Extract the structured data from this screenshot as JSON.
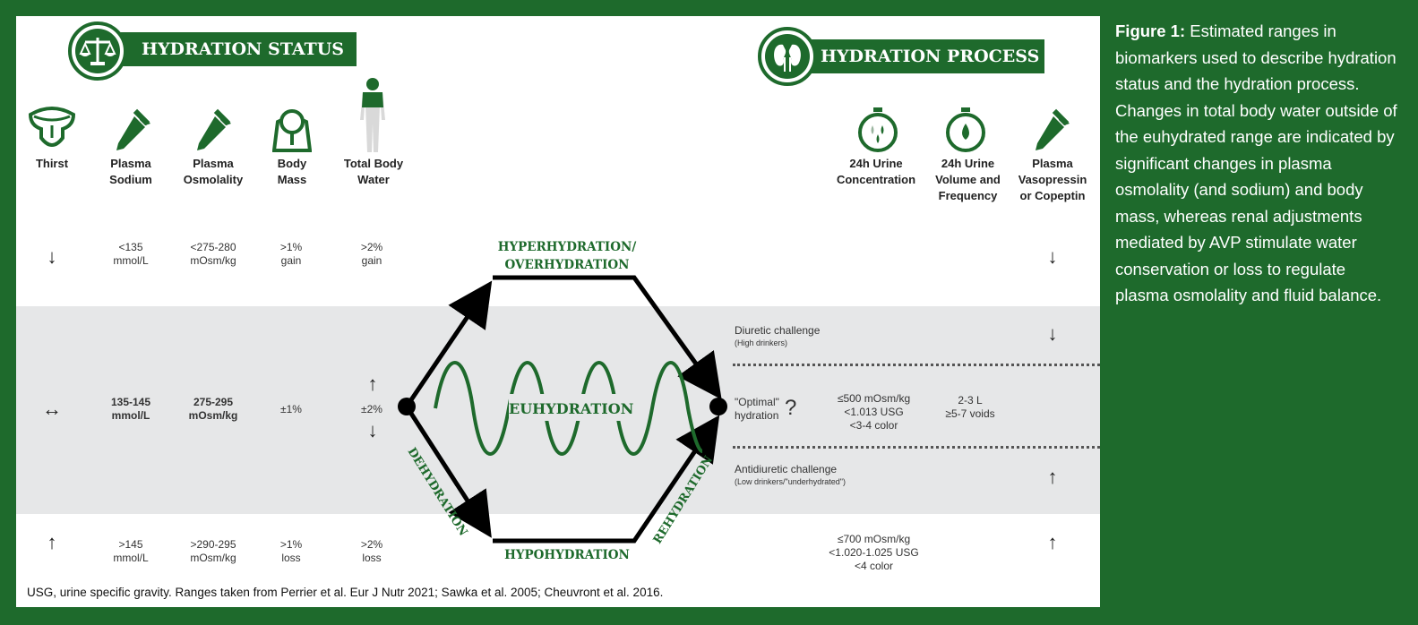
{
  "status_banner": "HYDRATION STATUS",
  "process_banner": "HYDRATION PROCESS",
  "status_columns": [
    {
      "label": "Thirst",
      "icon": "tongue-icon",
      "high": "",
      "mid": "",
      "low": ""
    },
    {
      "label": "Plasma\nSodium",
      "icon": "dropper-icon",
      "high": "<135\nmmol/L",
      "mid": "135-145\nmmol/L",
      "low": ">145\nmmol/L"
    },
    {
      "label": "Plasma\nOsmolality",
      "icon": "dropper-icon",
      "high": "<275-280\nmOsm/kg",
      "mid": "275-295\nmOsm/kg",
      "low": ">290-295\nmOsm/kg"
    },
    {
      "label": "Body\nMass",
      "icon": "scale-icon",
      "high": ">1%\ngain",
      "mid": "±1%",
      "low": ">1%\nloss"
    },
    {
      "label": "Total Body\nWater",
      "icon": "body-icon",
      "high": ">2%\ngain",
      "mid": "±2%",
      "low": ">2%\nloss"
    }
  ],
  "process_columns": [
    {
      "label": "24h Urine\nConcentration",
      "icon": "timer-drops-icon"
    },
    {
      "label": "24h Urine\nVolume and\nFrequency",
      "icon": "timer-drop-icon"
    },
    {
      "label": "Plasma\nVasopressin\nor Copeptin",
      "icon": "dropper-icon"
    }
  ],
  "states": {
    "hyper": "HYPERHYDRATION/\nOVERHYDRATION",
    "eu": "EUHYDRATION",
    "hypo": "HYPOHYDRATION",
    "dehydration": "DEHYDRATION",
    "rehydration": "REHYDRATION"
  },
  "challenges": {
    "diuretic": "Diuretic challenge",
    "diuretic_note": "(High drinkers)",
    "optimal": "\"Optimal\"\nhydration",
    "optimal_mark": "?",
    "antidiuretic": "Antidiuretic challenge",
    "antidiuretic_note": "(Low drinkers/\"underhydrated\")"
  },
  "urine_mid_concentration": "≤500 mOsm/kg\n<1.013 USG\n<3-4 color",
  "urine_mid_volume": "2-3 L\n≥5-7 voids",
  "urine_low_concentration": "≤700 mOsm/kg\n<1.020-1.025 USG\n<4 color",
  "footnote": "USG, urine specific gravity. Ranges taken from Perrier et al. Eur J Nutr 2021; Sawka et al. 2005; Cheuvront et al. 2016.",
  "caption_bold": "Figure 1:",
  "caption_text": " Estimated ranges in biomarkers used to describe hydration status and the hydration process. Changes in total body water outside of the euhydrated range are indicated by significant changes in plasma osmolality (and sodium) and body mass, whereas renal adjustments mediated by AVP stimulate water conservation or loss to regulate plasma osmolality and fluid balance.",
  "colors": {
    "green": "#1e6a2c",
    "band": "#e6e7e8"
  }
}
